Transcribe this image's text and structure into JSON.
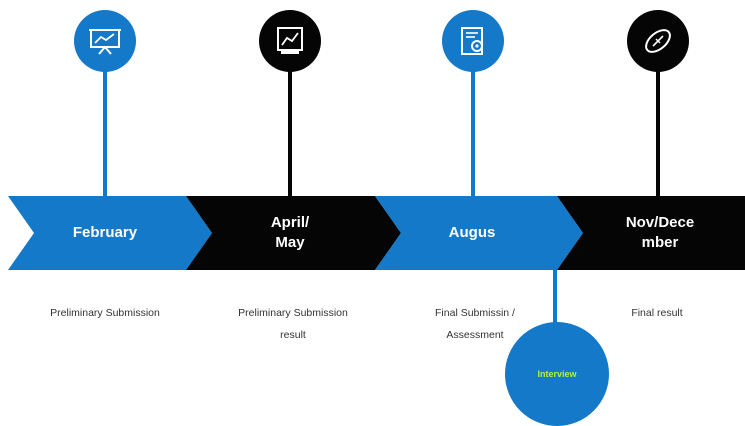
{
  "colors": {
    "blue": "#1479c9",
    "black": "#050505",
    "bubble_text": "#b8f03a"
  },
  "milestones": [
    {
      "label": "February",
      "description": "Preliminary Submission",
      "color": "blue",
      "icon": "presentation-board-icon"
    },
    {
      "label": "April/\nMay",
      "description": "Preliminary Submission\nresult",
      "color": "black",
      "icon": "blueprint-chart-icon"
    },
    {
      "label": "Augus",
      "description": "Final Submissin /\nAssessment",
      "color": "blue",
      "icon": "document-gear-icon"
    },
    {
      "label": "Nov/Dece\nmber",
      "description": "Final result",
      "color": "black",
      "icon": "rugby-ball-icon"
    }
  ],
  "callout": {
    "label": "Interview",
    "color": "blue"
  }
}
